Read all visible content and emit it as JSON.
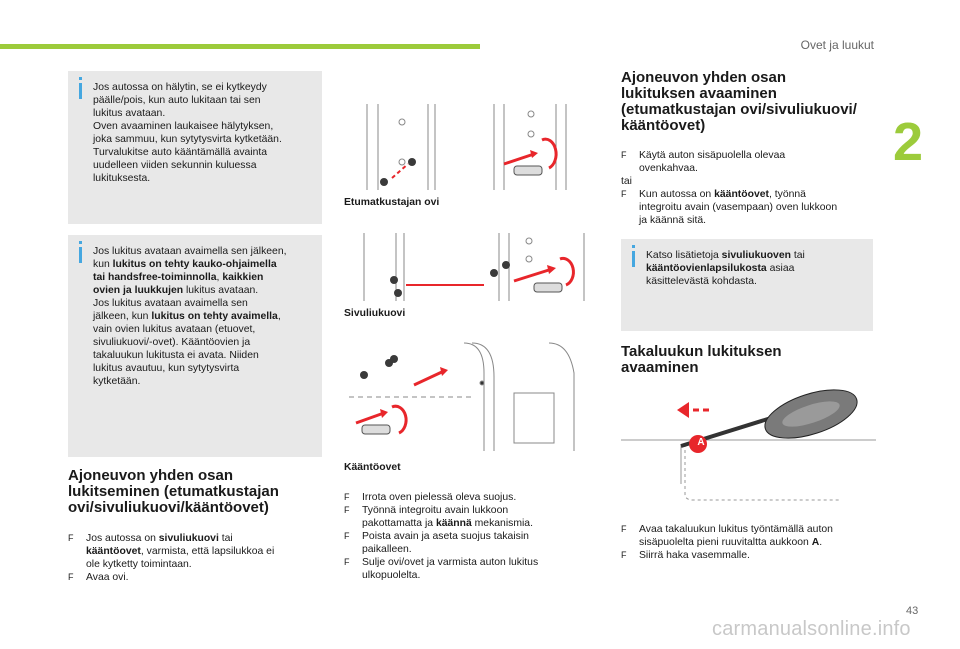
{
  "header": {
    "title": "Ovet ja luukut",
    "chapter": "2",
    "page": "43"
  },
  "watermark": "carmanualsonline.info",
  "col1": {
    "note1": [
      "Jos autossa on hälytin, se ei kytkeydy",
      "päälle/pois, kun auto lukitaan tai sen",
      "lukitus avataan.",
      "Oven avaaminen laukaisee hälytyksen,",
      "joka sammuu, kun sytytysvirta kytketään.",
      "Turvalukitse auto kääntämällä avainta",
      "uudelleen viiden sekunnin kuluessa",
      "lukituksesta."
    ],
    "note2": {
      "l1": "Jos lukitus avataan avaimella sen jälkeen,",
      "l2a": "kun ",
      "l2b": "lukitus on tehty kauko-ohjaimella",
      "l3a": "tai handsfree-toiminnolla",
      "l3b": ", ",
      "l3c": "kaikkien",
      "l4a": "ovien ja luukkujen",
      "l4b": " lukitus avataan.",
      "l5": "Jos lukitus avataan avaimella sen",
      "l6a": "jälkeen, kun ",
      "l6b": "lukitus on tehty avaimella",
      "l6c": ",",
      "l7": "vain ovien lukitus avataan (etuovet,",
      "l8": "sivuliukuovi/-ovet). Kääntöovien ja",
      "l9": "takaluukun lukitusta ei avata. Niiden",
      "l10": "lukitus avautuu, kun sytytysvirta",
      "l11": "kytketään."
    },
    "heading": [
      "Ajoneuvon yhden osan",
      "lukitseminen (etumatkustajan",
      "ovi/sivuliukuovi/kääntöovet)"
    ],
    "bullets": {
      "mark": "F",
      "b1a": "Jos autossa on ",
      "b1b": "sivuliukuovi",
      "b1c": " tai",
      "b1d": "kääntöovet",
      "b1e": ", varmista, että lapsilukkoa ei",
      "b1f": "ole kytketty toimintaan.",
      "b2": "Avaa ovi."
    }
  },
  "col2": {
    "caption1": "Etumatkustajan ovi",
    "caption2": "Sivuliukuovi",
    "caption3": "Kääntöovet",
    "bullets": {
      "mark": "F",
      "b1": "Irrota oven pielessä oleva suojus.",
      "b2a": "Työnnä integroitu avain lukkoon",
      "b2b": "pakottamatta ja ",
      "b2c": "käännä",
      "b2d": " mekanismia.",
      "b3a": "Poista avain ja aseta suojus takaisin",
      "b3b": "paikalleen.",
      "b4a": "Sulje ovi/ovet ja varmista auton lukitus",
      "b4b": "ulkopuolelta."
    }
  },
  "col3": {
    "heading1": [
      "Ajoneuvon yhden osan",
      "lukituksen avaaminen",
      "(etumatkustajan ovi/sivuliukuovi/",
      "kääntöovet)"
    ],
    "bullets1": {
      "mark": "F",
      "b1a": "Käytä auton sisäpuolella olevaa",
      "b1b": "ovenkahvaa.",
      "tai": "tai",
      "b2a": "Kun autossa on ",
      "b2b": "kääntöovet",
      "b2c": ", työnnä",
      "b2d": "integroitu avain (vasempaan) oven lukkoon",
      "b2e": "ja käännä sitä."
    },
    "note": {
      "l1a": "Katso lisätietoja ",
      "l1b": "sivuliukuoven",
      "l1c": " tai",
      "l2a": "kääntöovienlapsilukosta",
      "l2b": " asiaa",
      "l3": "käsittelevästä kohdasta."
    },
    "heading2": [
      "Takaluukun lukituksen",
      "avaaminen"
    ],
    "figure_label": "A",
    "bullets2": {
      "mark": "F",
      "b1a": "Avaa takaluukun lukitus työntämällä auton",
      "b1b": "sisäpuolelta pieni ruuvitaltta aukkoon ",
      "b1c": "A",
      "b1d": ".",
      "b2": "Siirrä haka vasemmalle."
    }
  },
  "colors": {
    "accent": "#9ccb3b",
    "info": "#45a7e0",
    "arrow": "#e8262b",
    "note_bg": "#e8e8e8"
  }
}
